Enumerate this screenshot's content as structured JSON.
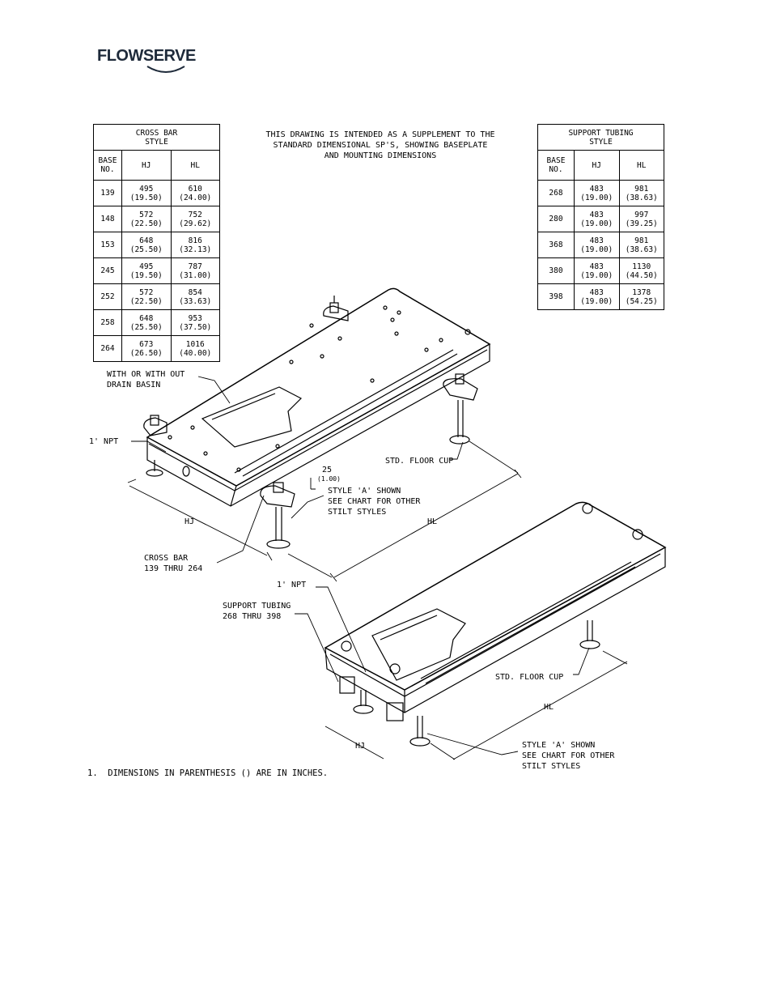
{
  "logo": {
    "text": "FLOWSERVE"
  },
  "intro_note": [
    "THIS DRAWING IS INTENDED AS A SUPPLEMENT TO THE",
    "STANDARD DIMENSIONAL SP'S, SHOWING BASEPLATE",
    "AND MOUNTING DIMENSIONS"
  ],
  "crossbar_table": {
    "title": [
      "CROSS BAR",
      "STYLE"
    ],
    "headers": [
      [
        "BASE",
        "NO."
      ],
      [
        "HJ"
      ],
      [
        "HL"
      ]
    ],
    "rows": [
      {
        "base": "139",
        "hj": [
          "495",
          "(19.50)"
        ],
        "hl": [
          "610",
          "(24.00)"
        ]
      },
      {
        "base": "148",
        "hj": [
          "572",
          "(22.50)"
        ],
        "hl": [
          "752",
          "(29.62)"
        ]
      },
      {
        "base": "153",
        "hj": [
          "648",
          "(25.50)"
        ],
        "hl": [
          "816",
          "(32.13)"
        ]
      },
      {
        "base": "245",
        "hj": [
          "495",
          "(19.50)"
        ],
        "hl": [
          "787",
          "(31.00)"
        ]
      },
      {
        "base": "252",
        "hj": [
          "572",
          "(22.50)"
        ],
        "hl": [
          "854",
          "(33.63)"
        ]
      },
      {
        "base": "258",
        "hj": [
          "648",
          "(25.50)"
        ],
        "hl": [
          "953",
          "(37.50)"
        ]
      },
      {
        "base": "264",
        "hj": [
          "673",
          "(26.50)"
        ],
        "hl": [
          "1016",
          "(40.00)"
        ]
      }
    ]
  },
  "support_table": {
    "title": [
      "SUPPORT TUBING",
      "STYLE"
    ],
    "headers": [
      [
        "BASE",
        "NO."
      ],
      [
        "HJ"
      ],
      [
        "HL"
      ]
    ],
    "rows": [
      {
        "base": "268",
        "hj": [
          "483",
          "(19.00)"
        ],
        "hl": [
          "981",
          "(38.63)"
        ]
      },
      {
        "base": "280",
        "hj": [
          "483",
          "(19.00)"
        ],
        "hl": [
          "997",
          "(39.25)"
        ]
      },
      {
        "base": "368",
        "hj": [
          "483",
          "(19.00)"
        ],
        "hl": [
          "981",
          "(38.63)"
        ]
      },
      {
        "base": "380",
        "hj": [
          "483",
          "(19.00)"
        ],
        "hl": [
          "1130",
          "(44.50)"
        ]
      },
      {
        "base": "398",
        "hj": [
          "483",
          "(19.00)"
        ],
        "hl": [
          "1378",
          "(54.25)"
        ]
      }
    ]
  },
  "labels": {
    "drain_basin": [
      "WITH OR WITH OUT",
      "DRAIN BASIN"
    ],
    "npt_top": "1' NPT",
    "floor_cup_top": "STD. FLOOR CUP",
    "dim_25": "25",
    "dim_25_in": "(1.00)",
    "style_a_top": [
      "STYLE 'A' SHOWN",
      "SEE CHART FOR OTHER",
      "STILT STYLES"
    ],
    "hj_top": "HJ",
    "hl_top": "HL",
    "cross_bar": [
      "CROSS BAR",
      "139 THRU 264"
    ],
    "npt_bottom": "1' NPT",
    "support_tubing": [
      "SUPPORT TUBING",
      "268 THRU 398"
    ],
    "floor_cup_bottom": "STD. FLOOR CUP",
    "hl_bottom": "HL",
    "hj_bottom": "HJ",
    "style_a_bottom": [
      "STYLE 'A' SHOWN",
      "SEE CHART FOR OTHER",
      "STILT STYLES"
    ]
  },
  "footnote": "1.  DIMENSIONS IN PARENTHESIS () ARE IN INCHES."
}
